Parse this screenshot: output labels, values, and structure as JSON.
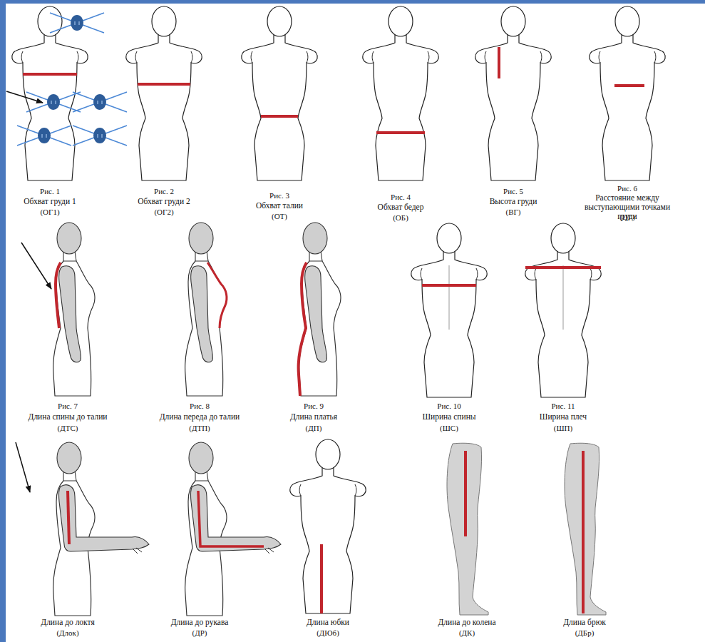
{
  "diagram": {
    "labels": [
      "Рис. 1",
      "Обхват груди 1",
      "(ОГ1)",
      "Рис. 2",
      "Обхват груди 2",
      "(ОГ2)",
      "Рис. 3",
      "Обхват талии",
      "(ОТ)",
      "Рис. 4",
      "Обхват бедер",
      "(ОБ)",
      "Рис. 5",
      "Высота груди",
      "(ВГ)",
      "Рис. 6",
      "Расстояние между выступающими точками груди",
      "(ЦГ)",
      "Рис. 7",
      "Длина спины до талии",
      "(ДТС)",
      "Рис. 8",
      "Длина переда до талии",
      "(ДТП)",
      "Рис. 9",
      "Длина платья",
      "(ДП)",
      "Рис. 10",
      "Ширина спины",
      "(ШС)",
      "Рис. 11",
      "Ширина плеч",
      "(ШП)",
      "Длина до локтя",
      "(Длок)",
      "Длина до рукава",
      "(ДР)",
      "Длина юбки",
      "(ДЮб)",
      "Длина до колена",
      "(ДК)",
      "Длина брюк",
      "(ДБр)"
    ]
  }
}
